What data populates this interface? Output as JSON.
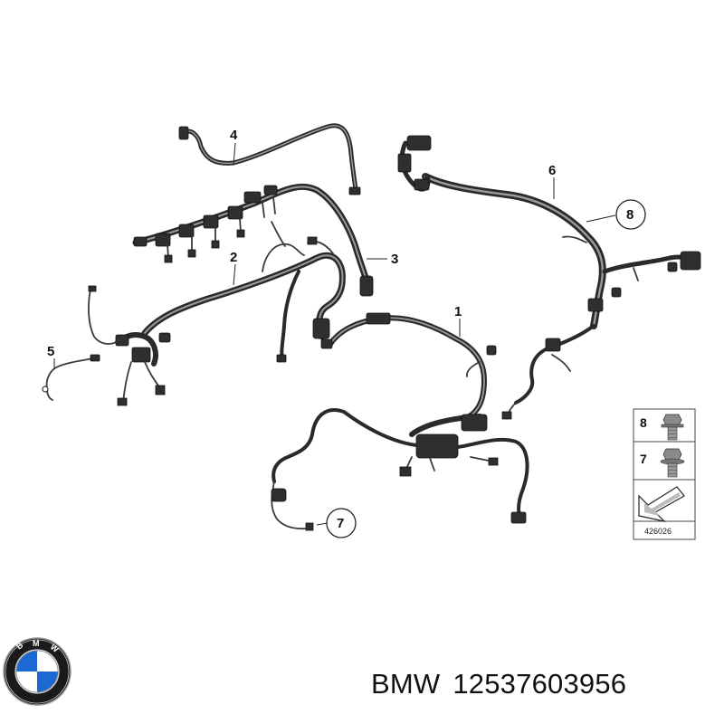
{
  "diagram": {
    "callouts": [
      "1",
      "2",
      "3",
      "4",
      "5",
      "6",
      "7",
      "8"
    ],
    "legend": {
      "items": [
        {
          "number": "8",
          "icon": "bolt-with-washer-icon"
        },
        {
          "number": "7",
          "icon": "bolt-with-collar-icon"
        }
      ],
      "code": "426026"
    }
  },
  "brand": {
    "logo_letters": "BMW",
    "logo_colors": {
      "ring": "#1a1a1a",
      "blue": "#1c69d4",
      "white": "#ffffff"
    }
  },
  "caption": {
    "brand": "BMW",
    "part_number": "12537603956"
  }
}
